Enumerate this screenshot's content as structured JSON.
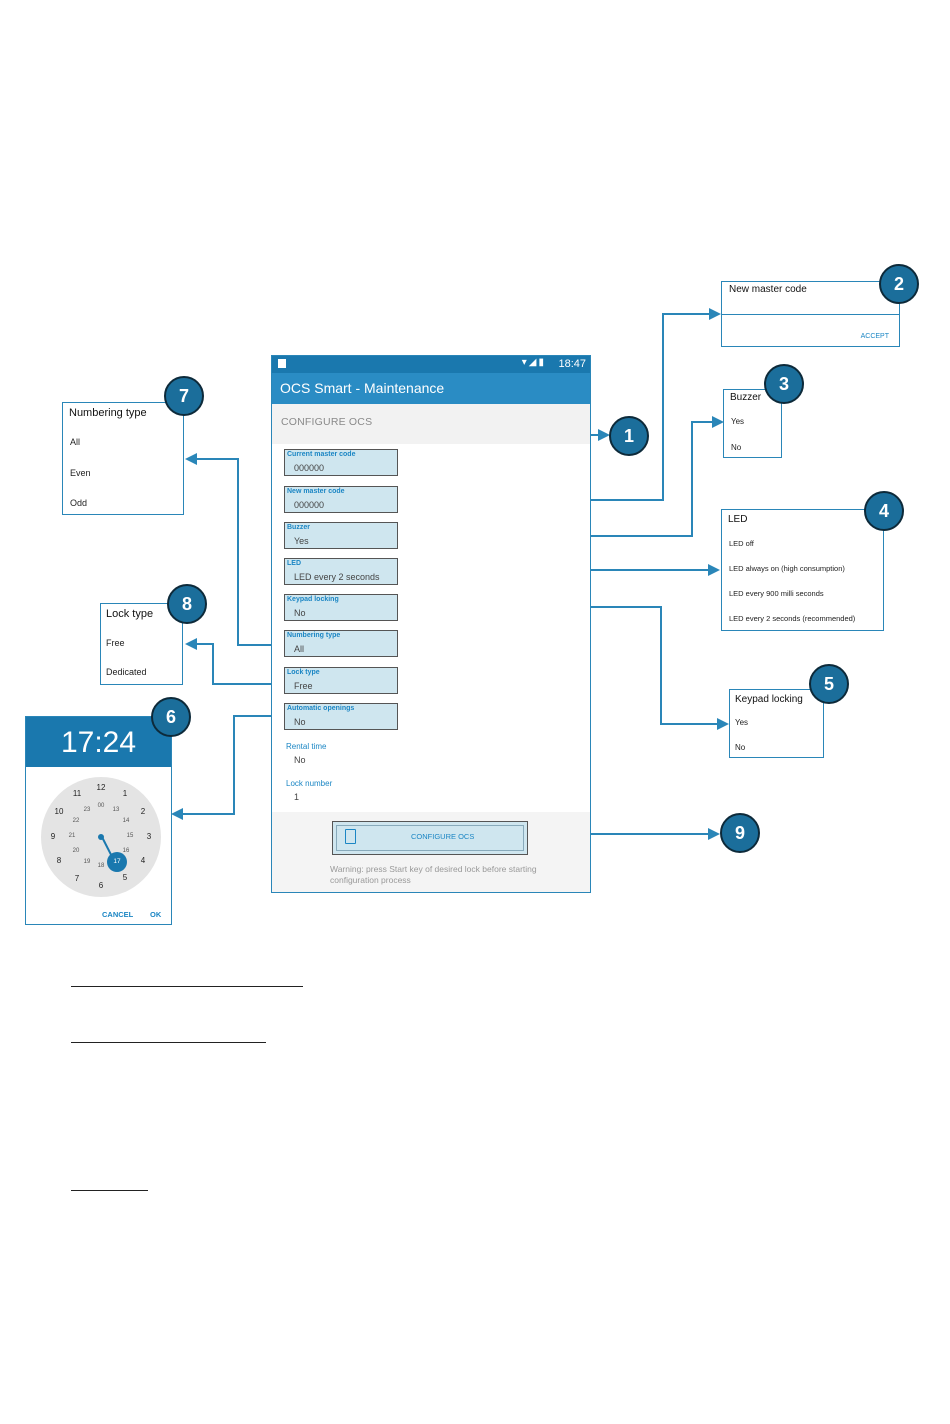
{
  "phone": {
    "status_time": "18:47",
    "app_title": "OCS Smart - Maintenance",
    "section_title": "CONFIGURE OCS",
    "fields": [
      {
        "label": "Current master code",
        "value": "000000"
      },
      {
        "label": "New master code",
        "value": "000000"
      },
      {
        "label": "Buzzer",
        "value": "Yes"
      },
      {
        "label": "LED",
        "value": "LED every 2 seconds"
      },
      {
        "label": "Keypad locking",
        "value": "No"
      },
      {
        "label": "Numbering type",
        "value": "All"
      },
      {
        "label": "Lock type",
        "value": "Free"
      },
      {
        "label": "Automatic openings",
        "value": "No"
      }
    ],
    "rental_time": {
      "label": "Rental time",
      "value": "No"
    },
    "lock_number": {
      "label": "Lock number",
      "value": "1"
    },
    "configure_button": "CONFIGURE OCS",
    "warning": "Warning: press Start key of desired lock before starting configuration process"
  },
  "popups": {
    "new_master_code": {
      "title": "New master code",
      "accept": "ACCEPT"
    },
    "buzzer": {
      "title": "Buzzer",
      "options": [
        "Yes",
        "No"
      ]
    },
    "led": {
      "title": "LED",
      "options": [
        "LED off",
        "LED always on (high consumption)",
        "LED every 900 milli seconds",
        "LED every 2 seconds (recommended)"
      ]
    },
    "keypad_locking": {
      "title": "Keypad locking",
      "options": [
        "Yes",
        "No"
      ]
    },
    "numbering_type": {
      "title": "Numbering type",
      "options": [
        "All",
        "Even",
        "Odd"
      ]
    },
    "lock_type": {
      "title": "Lock type",
      "options": [
        "Free",
        "Dedicated"
      ]
    },
    "time_picker": {
      "time": "17:24",
      "outer_hours": [
        "12",
        "1",
        "2",
        "3",
        "4",
        "5",
        "6",
        "7",
        "8",
        "9",
        "10",
        "11"
      ],
      "inner_hours": [
        "00",
        "13",
        "14",
        "15",
        "16",
        "17",
        "18",
        "19",
        "20",
        "21",
        "22",
        "23"
      ],
      "selected_hour": "17",
      "cancel": "CANCEL",
      "ok": "OK"
    }
  },
  "badges": [
    "1",
    "2",
    "3",
    "4",
    "5",
    "6",
    "7",
    "8",
    "9"
  ],
  "colors": {
    "accent": "#2a8cc4",
    "status_bar": "#1a78ae",
    "field_bg": "#cfe6ef",
    "badge": "#1b6e9b"
  }
}
